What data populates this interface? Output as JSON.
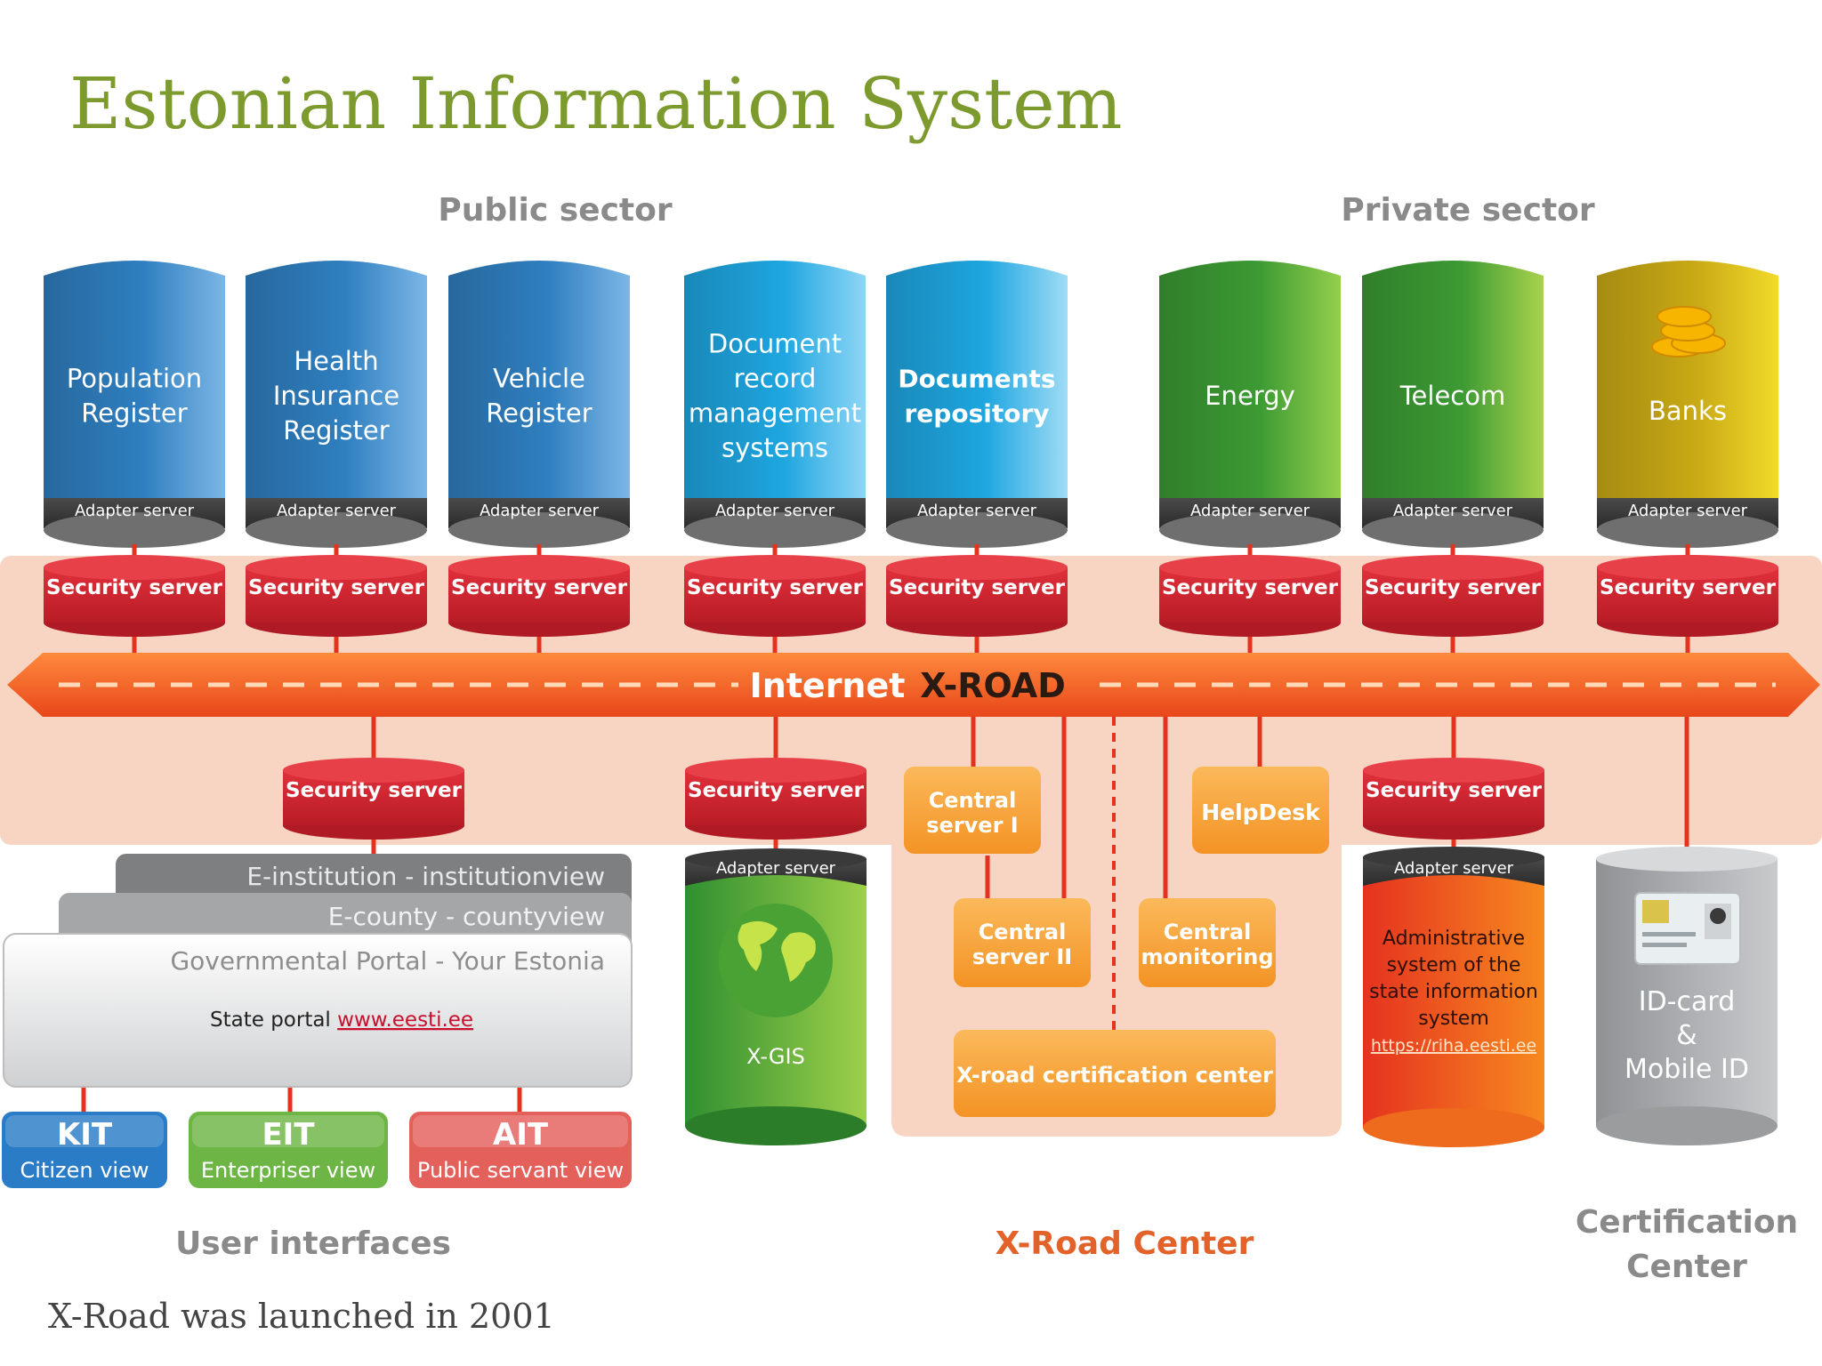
{
  "slide": {
    "title": "Estonian Information System",
    "footer": "X-Road was launched in 2001"
  },
  "sections": {
    "public": "Public sector",
    "private": "Private sector",
    "user_interfaces": "User interfaces",
    "xroad_center": "X-Road Center",
    "certification": [
      "Certification",
      "Center"
    ]
  },
  "common": {
    "adapter": "Adapter server",
    "security": "Security server"
  },
  "registers": [
    {
      "id": "population",
      "lines": [
        "Population",
        "Register"
      ],
      "color": "#2f7fc0",
      "light": "#7cb6e6"
    },
    {
      "id": "health",
      "lines": [
        "Health",
        "Insurance",
        "Register"
      ],
      "color": "#2f7fc0",
      "light": "#7cb6e6"
    },
    {
      "id": "vehicle",
      "lines": [
        "Vehicle",
        "Register"
      ],
      "color": "#2f7fc0",
      "light": "#7cb6e6"
    },
    {
      "id": "document-record",
      "lines": [
        "Document",
        "record",
        "management",
        "systems"
      ],
      "color": "#1ea6e0",
      "light": "#8fd6f6"
    },
    {
      "id": "documents-repository",
      "lines": [
        "Documents",
        "repository"
      ],
      "color": "#1ea6e0",
      "light": "#9fdcf6"
    },
    {
      "id": "energy",
      "lines": [
        "Energy"
      ],
      "color": "#3c9a33",
      "light": "#94cf4c"
    },
    {
      "id": "telecom",
      "lines": [
        "Telecom"
      ],
      "color": "#3c9a33",
      "light": "#a9d24c"
    },
    {
      "id": "banks",
      "lines": [
        "Banks"
      ],
      "color": "#c9a915",
      "light": "#f2db2a"
    }
  ],
  "xroad": {
    "internet": "Internet",
    "name": "X-ROAD"
  },
  "center_boxes": {
    "central1": [
      "Central",
      "server I"
    ],
    "central2": [
      "Central",
      "server II"
    ],
    "monitoring": [
      "Central",
      "monitoring"
    ],
    "helpdesk": [
      "HelpDesk"
    ],
    "certcenter": [
      "X-road certification center"
    ]
  },
  "portals": {
    "institution": "E-institution - institutionview",
    "county": "E-county - countyview",
    "governmental": "Governmental Portal - Your Estonia",
    "state_prefix": "State portal ",
    "state_link": "www.eesti.ee"
  },
  "user_views": [
    {
      "id": "kit",
      "code": "KIT",
      "sub": "Citizen view",
      "color": "#2a7cc7"
    },
    {
      "id": "eit",
      "code": "EIT",
      "sub": "Enterpriser view",
      "color": "#6db545"
    },
    {
      "id": "ait",
      "code": "AIT",
      "sub": "Public servant view",
      "color": "#e4605b"
    }
  ],
  "xgis": "X-GIS",
  "riha": {
    "lines": [
      "Administrative",
      "system of the",
      "state information",
      "system"
    ],
    "link": "https://riha.eesti.ee"
  },
  "idcard": [
    "ID-card",
    "&",
    "Mobile ID"
  ],
  "colors": {
    "title": "#7d9a2e",
    "security": "#d42a34",
    "xroad": "#f26522",
    "band": "#f8d5c2",
    "center_box": "#f7a23b",
    "section_gray": "#8a8a8a",
    "section_orange": "#e2622a"
  }
}
